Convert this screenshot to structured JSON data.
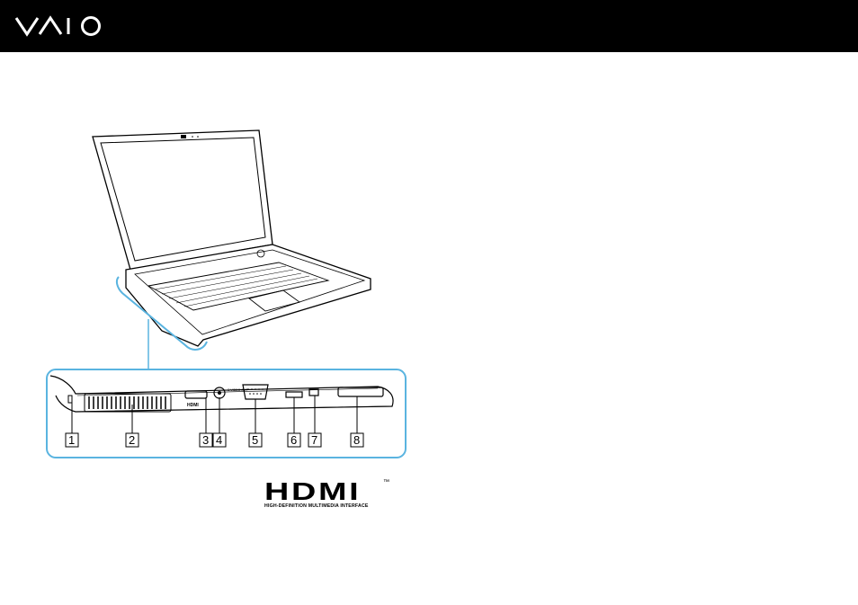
{
  "header": {
    "logo_text": "VAIO",
    "logo_icon": "vaio-logo"
  },
  "figure": {
    "callouts": [
      "1",
      "2",
      "3",
      "4",
      "5",
      "6",
      "7",
      "8"
    ],
    "port_labels": {
      "hdmi": "HDMI",
      "vga": "S VIDEO OUT"
    }
  },
  "hdmi_logo": {
    "word": "HDMI",
    "trademark": "™",
    "tagline": "HIGH-DEFINITION MULTIMEDIA INTERFACE"
  },
  "colors": {
    "header_bg": "#000000",
    "callout_frame": "#5ab4e0",
    "page_bg": "#ffffff"
  }
}
